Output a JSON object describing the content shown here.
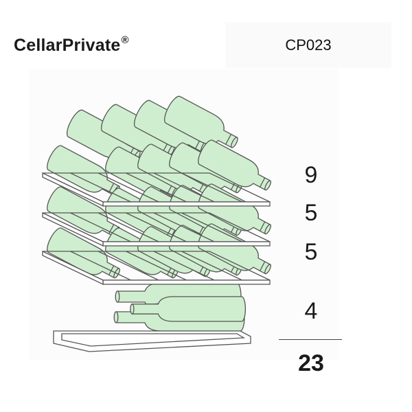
{
  "header": {
    "brand": "CellarPrivate",
    "brand_mark": "®",
    "model": "CP023"
  },
  "shelves": [
    {
      "count": "9"
    },
    {
      "count": "5"
    },
    {
      "count": "5"
    },
    {
      "count": "4"
    }
  ],
  "total": "23",
  "colors": {
    "bottle_fill": "#cfeecf",
    "outline": "#555555",
    "text": "#1a1a1a"
  }
}
